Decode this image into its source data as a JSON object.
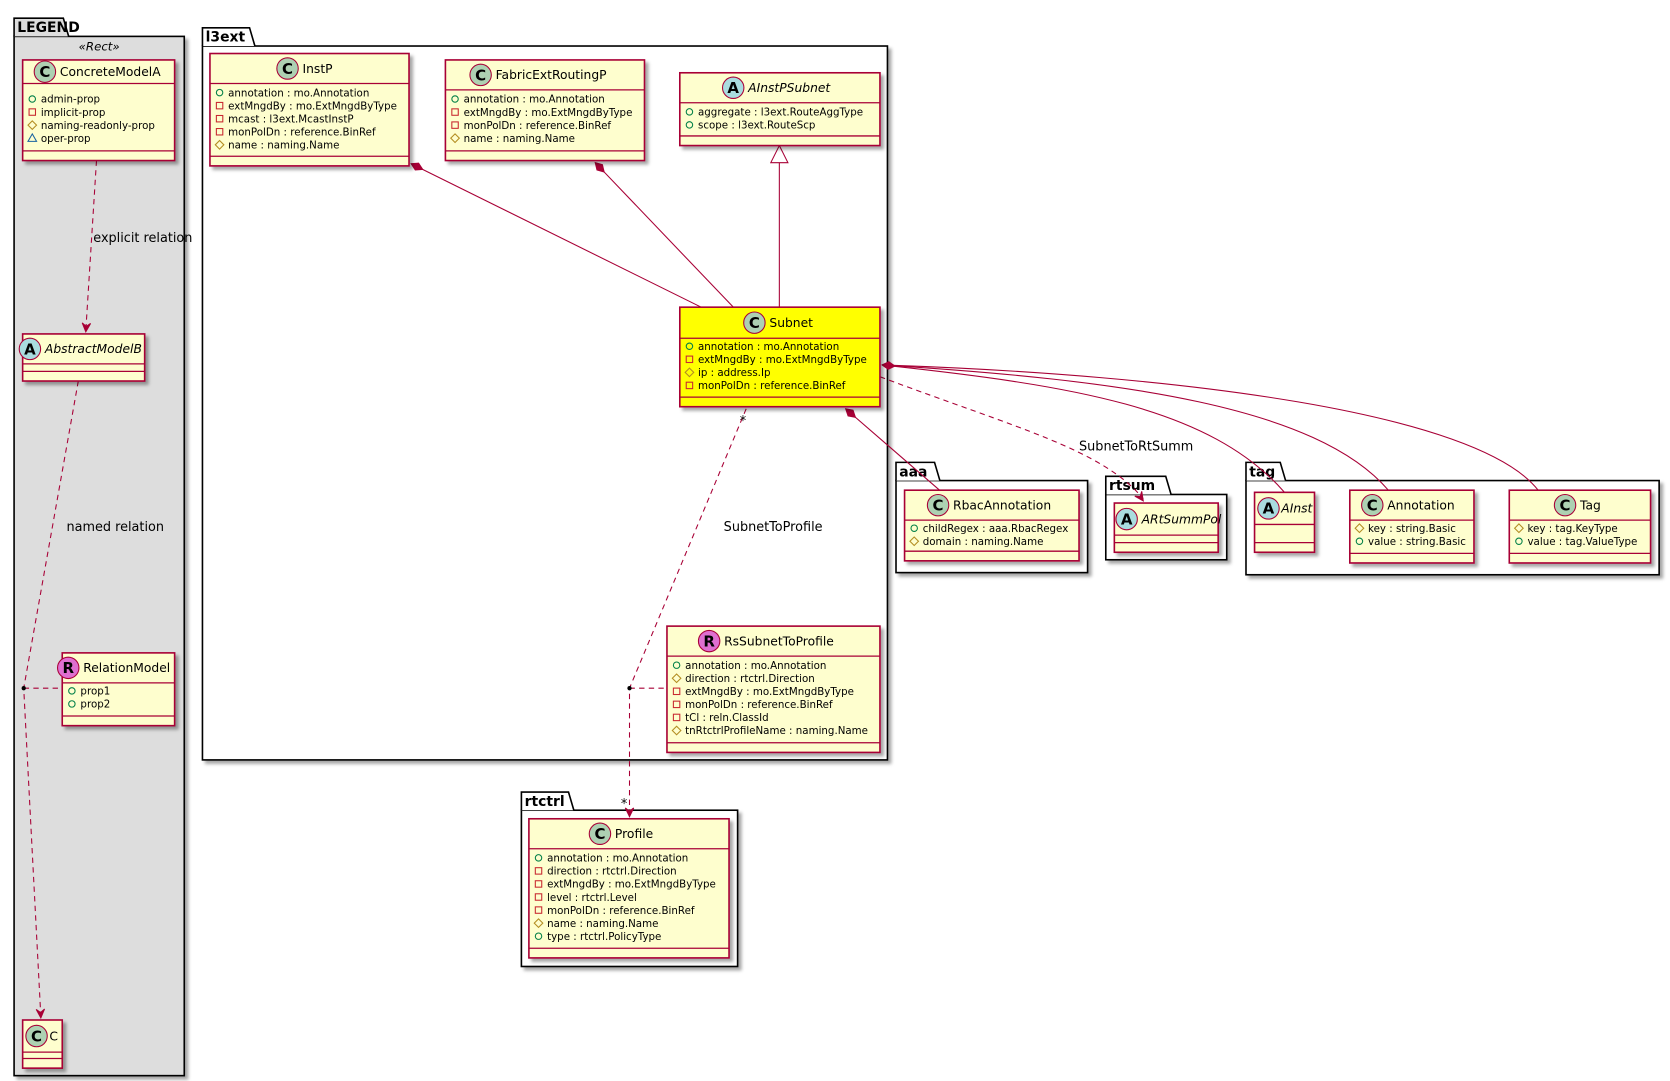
{
  "colors": {
    "border": "#a80036",
    "class_fill": "#fefece",
    "highlight_fill": "#ffff00",
    "legend_fill": "#dddddd",
    "circle_c": "#add1b2",
    "circle_a": "#a9dcdf",
    "circle_r": "#df6fd0"
  },
  "packages": [
    {
      "id": "legend",
      "name": "LEGEND",
      "stereotype": "«Rect»"
    },
    {
      "id": "l3ext",
      "name": "l3ext"
    },
    {
      "id": "aaa",
      "name": "aaa"
    },
    {
      "id": "rtsum",
      "name": "rtsum"
    },
    {
      "id": "tag",
      "name": "tag"
    },
    {
      "id": "rtctrl",
      "name": "rtctrl"
    }
  ],
  "classes": [
    {
      "id": "ConcreteModelA",
      "name": "ConcreteModelA",
      "kind": "C",
      "attrs": [
        [
          "+",
          "admin-prop"
        ],
        [
          "-",
          "implicit-prop"
        ],
        [
          "#",
          "naming-readonly-prop"
        ],
        [
          "~",
          "oper-prop"
        ]
      ]
    },
    {
      "id": "AbstractModelB",
      "name": "AbstractModelB",
      "kind": "A",
      "attrs": []
    },
    {
      "id": "RelationModel",
      "name": "RelationModel",
      "kind": "R",
      "attrs": [
        [
          "+",
          "prop1"
        ],
        [
          "+",
          "prop2"
        ]
      ]
    },
    {
      "id": "C",
      "name": "C",
      "kind": "C",
      "attrs": []
    },
    {
      "id": "InstP",
      "name": "InstP",
      "kind": "C",
      "attrs": [
        [
          "+",
          "annotation : mo.Annotation"
        ],
        [
          "-",
          "extMngdBy : mo.ExtMngdByType"
        ],
        [
          "-",
          "mcast : l3ext.McastInstP"
        ],
        [
          "-",
          "monPolDn : reference.BinRef"
        ],
        [
          "#",
          "name : naming.Name"
        ]
      ]
    },
    {
      "id": "FabricExtRoutingP",
      "name": "FabricExtRoutingP",
      "kind": "C",
      "attrs": [
        [
          "+",
          "annotation : mo.Annotation"
        ],
        [
          "-",
          "extMngdBy : mo.ExtMngdByType"
        ],
        [
          "-",
          "monPolDn : reference.BinRef"
        ],
        [
          "#",
          "name : naming.Name"
        ]
      ]
    },
    {
      "id": "AInstPSubnet",
      "name": "AInstPSubnet",
      "kind": "A",
      "attrs": [
        [
          "+",
          "aggregate : l3ext.RouteAggType"
        ],
        [
          "+",
          "scope : l3ext.RouteScp"
        ]
      ]
    },
    {
      "id": "Subnet",
      "name": "Subnet",
      "kind": "C",
      "highlight": true,
      "attrs": [
        [
          "+",
          "annotation : mo.Annotation"
        ],
        [
          "-",
          "extMngdBy : mo.ExtMngdByType"
        ],
        [
          "#",
          "ip : address.Ip"
        ],
        [
          "-",
          "monPolDn : reference.BinRef"
        ]
      ]
    },
    {
      "id": "RsSubnetToProfile",
      "name": "RsSubnetToProfile",
      "kind": "R",
      "attrs": [
        [
          "+",
          "annotation : mo.Annotation"
        ],
        [
          "#",
          "direction : rtctrl.Direction"
        ],
        [
          "-",
          "extMngdBy : mo.ExtMngdByType"
        ],
        [
          "-",
          "monPolDn : reference.BinRef"
        ],
        [
          "-",
          "tCl : reln.ClassId"
        ],
        [
          "#",
          "tnRtctrlProfileName : naming.Name"
        ]
      ]
    },
    {
      "id": "RbacAnnotation",
      "name": "RbacAnnotation",
      "kind": "C",
      "attrs": [
        [
          "+",
          "childRegex : aaa.RbacRegex"
        ],
        [
          "#",
          "domain : naming.Name"
        ]
      ]
    },
    {
      "id": "ARtSummPol",
      "name": "ARtSummPol",
      "kind": "A",
      "attrs": []
    },
    {
      "id": "AInst",
      "name": "AInst",
      "kind": "A",
      "attrs": []
    },
    {
      "id": "Annotation",
      "name": "Annotation",
      "kind": "C",
      "attrs": [
        [
          "#",
          "key : string.Basic"
        ],
        [
          "+",
          "value : string.Basic"
        ]
      ]
    },
    {
      "id": "Tag",
      "name": "Tag",
      "kind": "C",
      "attrs": [
        [
          "#",
          "key : tag.KeyType"
        ],
        [
          "+",
          "value : tag.ValueType"
        ]
      ]
    },
    {
      "id": "Profile",
      "name": "Profile",
      "kind": "C",
      "attrs": [
        [
          "+",
          "annotation : mo.Annotation"
        ],
        [
          "-",
          "direction : rtctrl.Direction"
        ],
        [
          "-",
          "extMngdBy : mo.ExtMngdByType"
        ],
        [
          "-",
          "level : rtctrl.Level"
        ],
        [
          "-",
          "monPolDn : reference.BinRef"
        ],
        [
          "#",
          "name : naming.Name"
        ],
        [
          "+",
          "type : rtctrl.PolicyType"
        ]
      ]
    }
  ],
  "labels": {
    "explicit_relation": "explicit relation",
    "named_relation": "named relation",
    "subnet_to_profile": "SubnetToProfile",
    "subnet_to_rtsumm": "SubnetToRtSumm",
    "multiplicity_source": "*",
    "multiplicity_target": "*"
  }
}
